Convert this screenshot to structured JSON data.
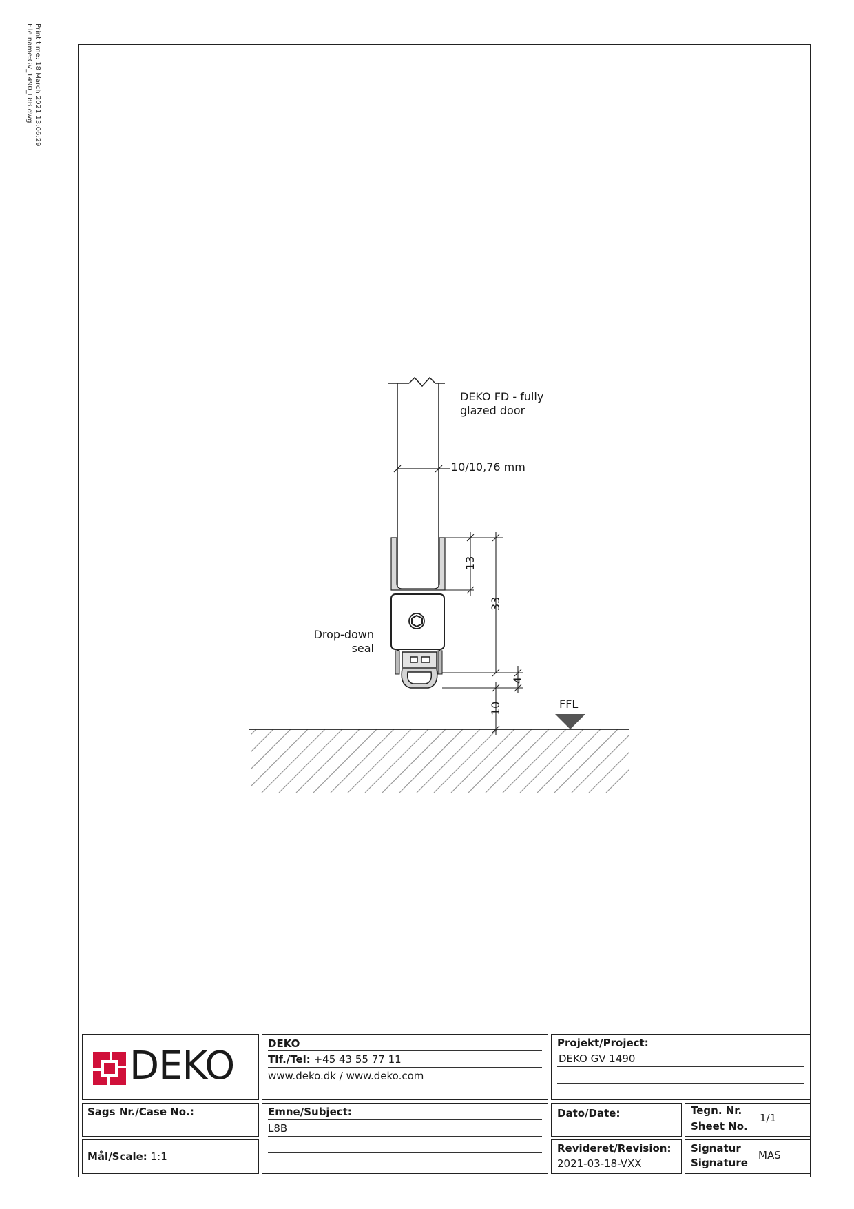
{
  "print_info": {
    "print_time": "Print time: 18 March 2021 13:06:29",
    "file_name": "File name:GV_1490_L8B.dwg"
  },
  "drawing": {
    "door_label_line1": "DEKO FD - fully",
    "door_label_line2": "glazed door",
    "glass_thickness": "10/10,76 mm",
    "seal_label_line1": "Drop-down",
    "seal_label_line2": "seal",
    "dim_13": "13",
    "dim_33": "33",
    "dim_4": "4",
    "dim_10": "10",
    "ffl_label": "FFL"
  },
  "title_block": {
    "logo_text": "DEKO",
    "company_name": "DEKO",
    "tel_label": "Tlf./Tel:",
    "tel_value": "+45 43 55 77 11",
    "web": "www.deko.dk / www.deko.com",
    "project_label": "Projekt/Project:",
    "project_value": "DEKO GV 1490",
    "case_label": "Sags Nr./Case No.:",
    "subject_label": "Emne/Subject:",
    "subject_value": "L8B",
    "date_label": "Dato/Date:",
    "sheet_label_1": "Tegn. Nr.",
    "sheet_label_2": "Sheet No.",
    "sheet_value": "1/1",
    "scale_label": "Mål/Scale:",
    "scale_value": "1:1",
    "revision_label": "Revideret/Revision:",
    "revision_value": "2021-03-18-VXX",
    "signature_label_1": "Signatur",
    "signature_label_2": "Signature",
    "signature_value": "MAS"
  },
  "colors": {
    "logo_red": "#d0103a",
    "line": "#222222",
    "hatch": "#9a9a9a"
  }
}
